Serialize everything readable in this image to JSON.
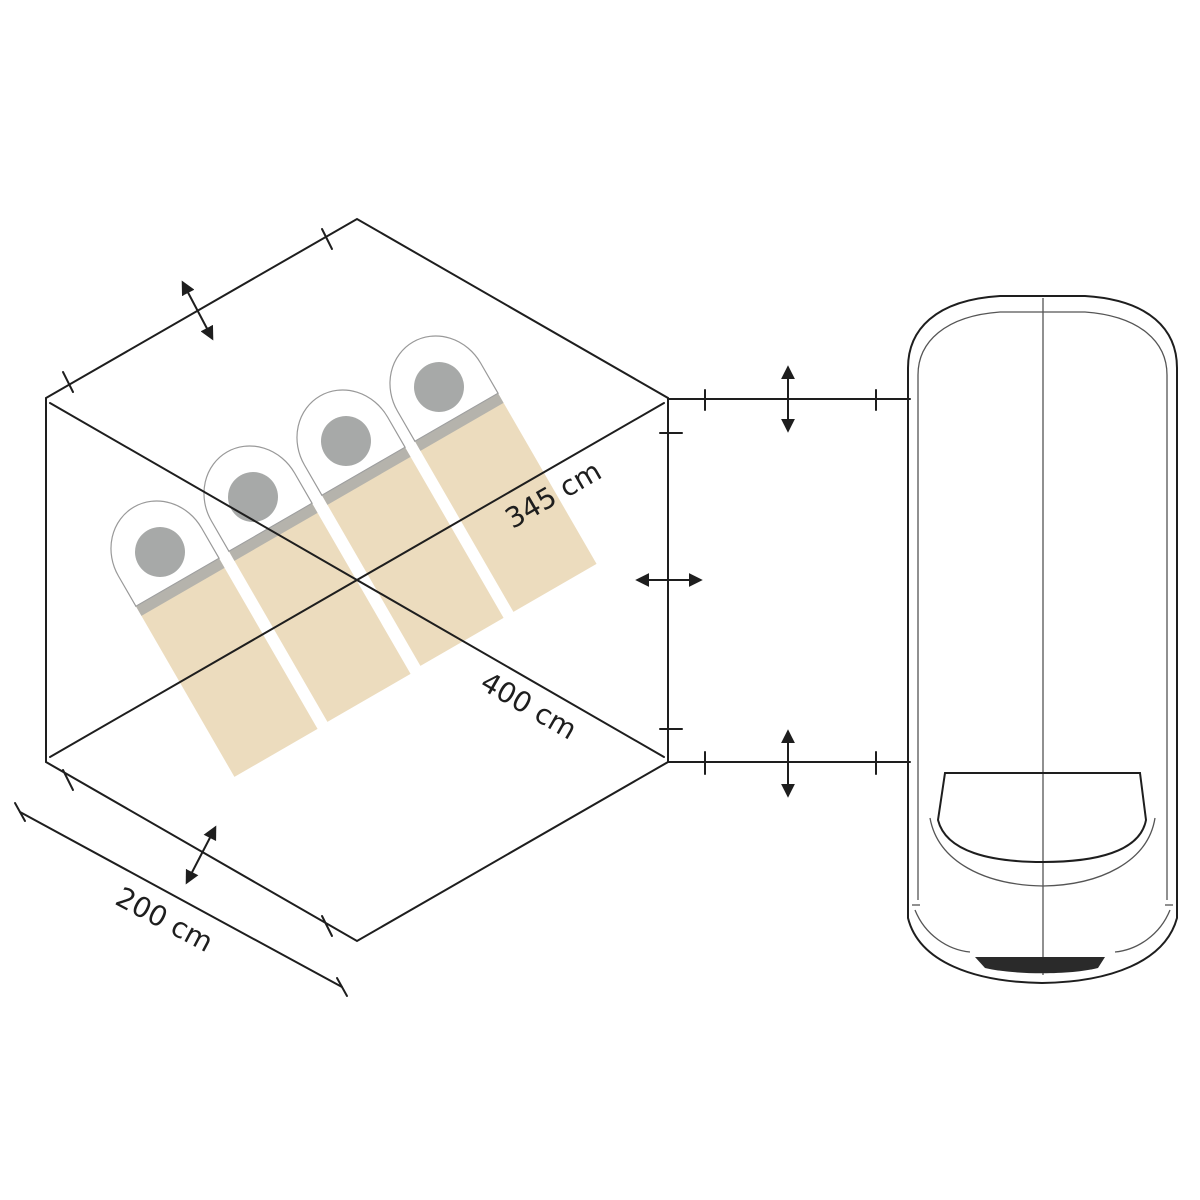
{
  "dimensions": {
    "diagonal_long": "345 cm",
    "diagonal_short": "400 cm",
    "side_depth": "200 cm"
  },
  "sleeping_bags": {
    "count": 4
  },
  "colors": {
    "line": "#1e1e1e",
    "bag_fill": "#ecdcbe",
    "hood_fill": "#ffffff",
    "head_fill": "#a7a9a8",
    "vehicle_outline": "#333333"
  },
  "icons": {
    "double_arrow": "double-arrow-icon",
    "vehicle": "van-top-view-icon",
    "sleeping_bag": "sleeping-bag-icon"
  }
}
